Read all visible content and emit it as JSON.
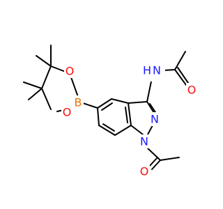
{
  "atoms": {
    "nh": {
      "text": "N",
      "sub": "H",
      "color": "#1a1aff"
    },
    "o_amide": {
      "text": "O",
      "color": "#ff0d0d"
    },
    "n2": {
      "text": "N",
      "color": "#1a1aff"
    },
    "n1": {
      "text": "N",
      "color": "#1a1aff"
    },
    "o_acetyl": {
      "text": "O",
      "color": "#ff0d0d"
    },
    "b": {
      "text": "B",
      "color": "#e67300"
    },
    "o_b_up": {
      "text": "O",
      "color": "#ff0d0d"
    },
    "o_b_down": {
      "text": "O",
      "color": "#ff0d0d"
    }
  }
}
